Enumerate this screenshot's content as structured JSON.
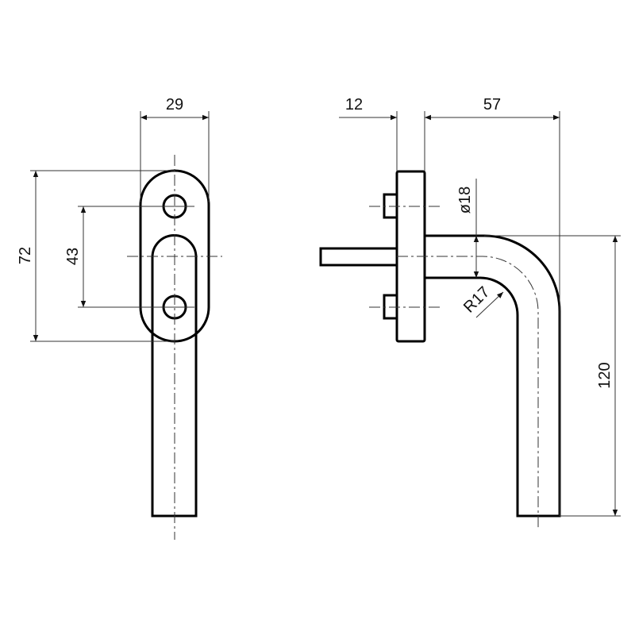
{
  "drawing": {
    "front_view": {
      "dims": {
        "width": "29",
        "height": "72",
        "hole_spacing": "43"
      }
    },
    "side_view": {
      "dims": {
        "flange": "12",
        "projection": "57",
        "length": "120",
        "diameter": "ø18",
        "radius": "R17"
      }
    }
  }
}
